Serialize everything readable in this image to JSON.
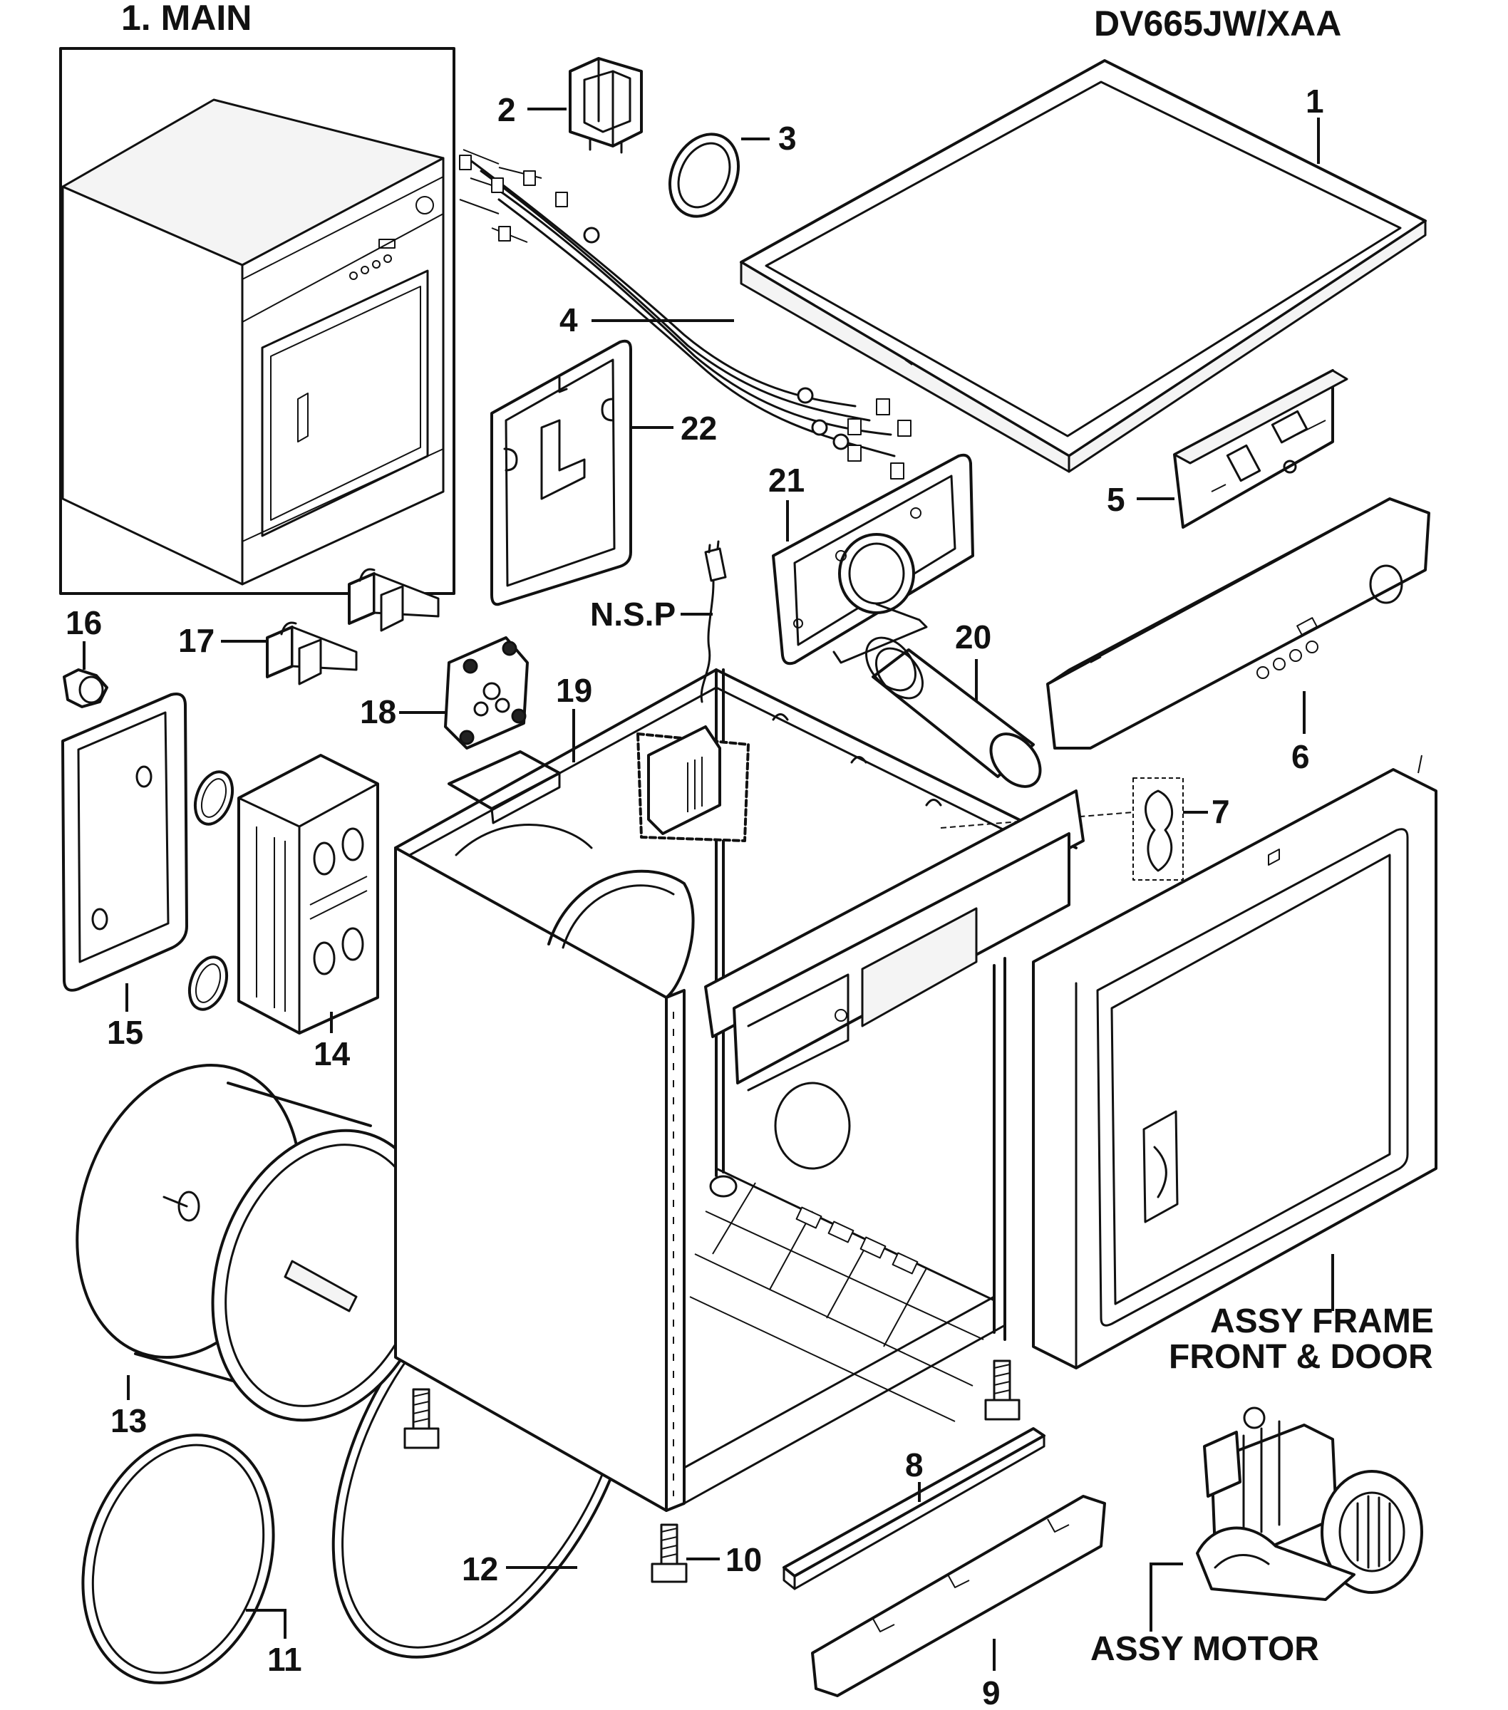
{
  "header": {
    "section_title": "1. MAIN",
    "model": "DV665JW/XAA"
  },
  "callouts": {
    "c1": "1",
    "c2": "2",
    "c3": "3",
    "c4": "4",
    "c5": "5",
    "c6": "6",
    "c7": "7",
    "c8": "8",
    "c9": "9",
    "c10": "10",
    "c11": "11",
    "c12": "12",
    "c13": "13",
    "c14": "14",
    "c15": "15",
    "c16": "16",
    "c17": "17",
    "c18": "18",
    "c19": "19",
    "c20": "20",
    "c21": "21",
    "c22": "22",
    "nsp": "N.S.P"
  },
  "assembly_labels": {
    "frame_line1": "ASSY FRAME",
    "frame_line2": "FRONT & DOOR",
    "motor": "ASSY MOTOR"
  }
}
